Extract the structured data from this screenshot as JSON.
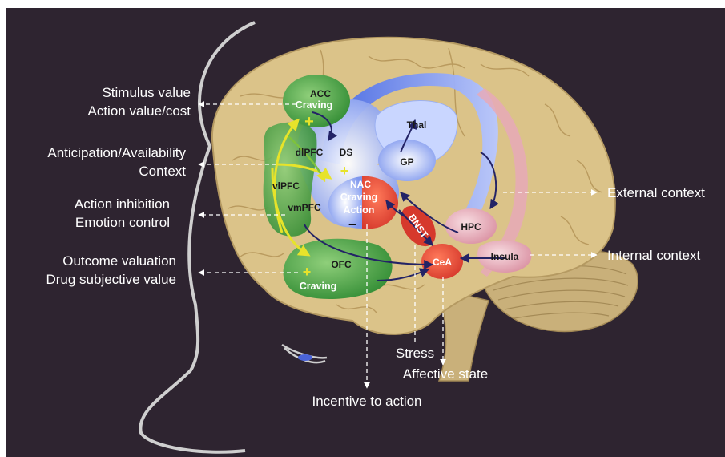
{
  "labels": {
    "stimulus_value": "Stimulus value",
    "action_value_cost": "Action value/cost",
    "anticipation": "Anticipation/Availability",
    "context": "Context",
    "action_inhibition": "Action inhibition",
    "emotion_control": "Emotion control",
    "outcome_valuation": "Outcome valuation",
    "drug_subjective_value": "Drug subjective value",
    "external_context": "External context",
    "internal_context": "Internal context",
    "stress": "Stress",
    "affective_state": "Affective state",
    "incentive_to_action": "Incentive to action"
  },
  "regions": {
    "acc": "ACC",
    "dlpfc": "dlPFC",
    "vlpfc": "vlPFC",
    "vmpfc": "vmPFC",
    "ofc": "OFC",
    "ds": "DS",
    "thal": "Thal",
    "gp": "GP",
    "nac": "NAC",
    "hpc": "HPC",
    "bnst": "BNST",
    "cea": "CeA",
    "insula": "Insula"
  },
  "region_text": {
    "craving_acc": "Craving",
    "craving_ofc": "Craving",
    "craving_nac": "Craving",
    "action_nac": "Action"
  },
  "symbols": {
    "plus_acc": "+",
    "plus_dlpfc": "+",
    "plus_ofc": "+",
    "minus_nac": "−"
  },
  "colors": {
    "background": "#2e2430",
    "brain": "#d9bf86",
    "brain_fold": "#b99a5e",
    "prefrontal_green": "#3d9a3d",
    "striatum_blue": "#8fa8f0",
    "nac_red": "#e0483a",
    "hpc_pink": "#e8b2bc",
    "arrow_yellow": "#e7e32a",
    "arrow_dark": "#2a2a6a"
  }
}
